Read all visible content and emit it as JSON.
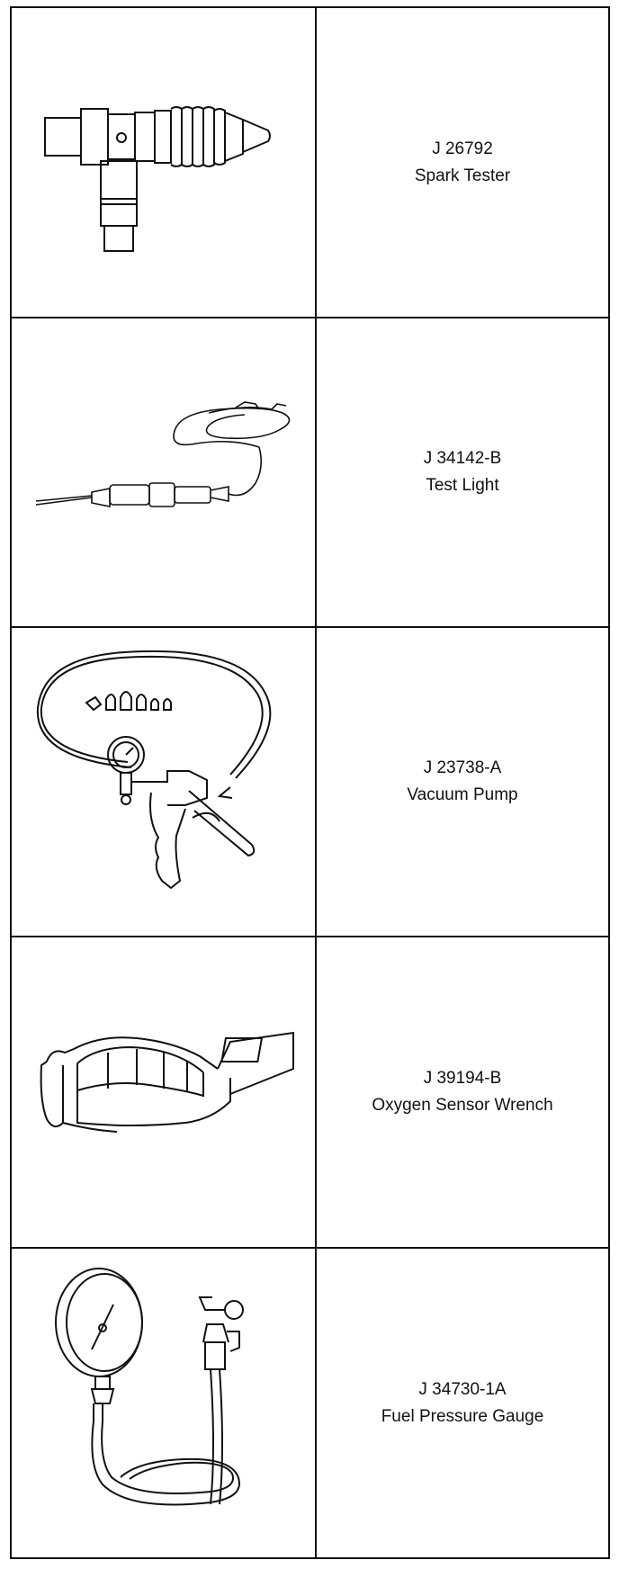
{
  "tools": [
    {
      "number": "J 26792",
      "name": "Spark Tester",
      "illustration": "spark-tester-icon"
    },
    {
      "number": "J 34142-B",
      "name": "Test Light",
      "illustration": "test-light-icon"
    },
    {
      "number": "J 23738-A",
      "name": "Vacuum Pump",
      "illustration": "vacuum-pump-icon"
    },
    {
      "number": "J 39194-B",
      "name": "Oxygen Sensor Wrench",
      "illustration": "oxygen-sensor-wrench-icon"
    },
    {
      "number": "J 34730-1A",
      "name": "Fuel Pressure Gauge",
      "illustration": "fuel-pressure-gauge-icon"
    }
  ]
}
